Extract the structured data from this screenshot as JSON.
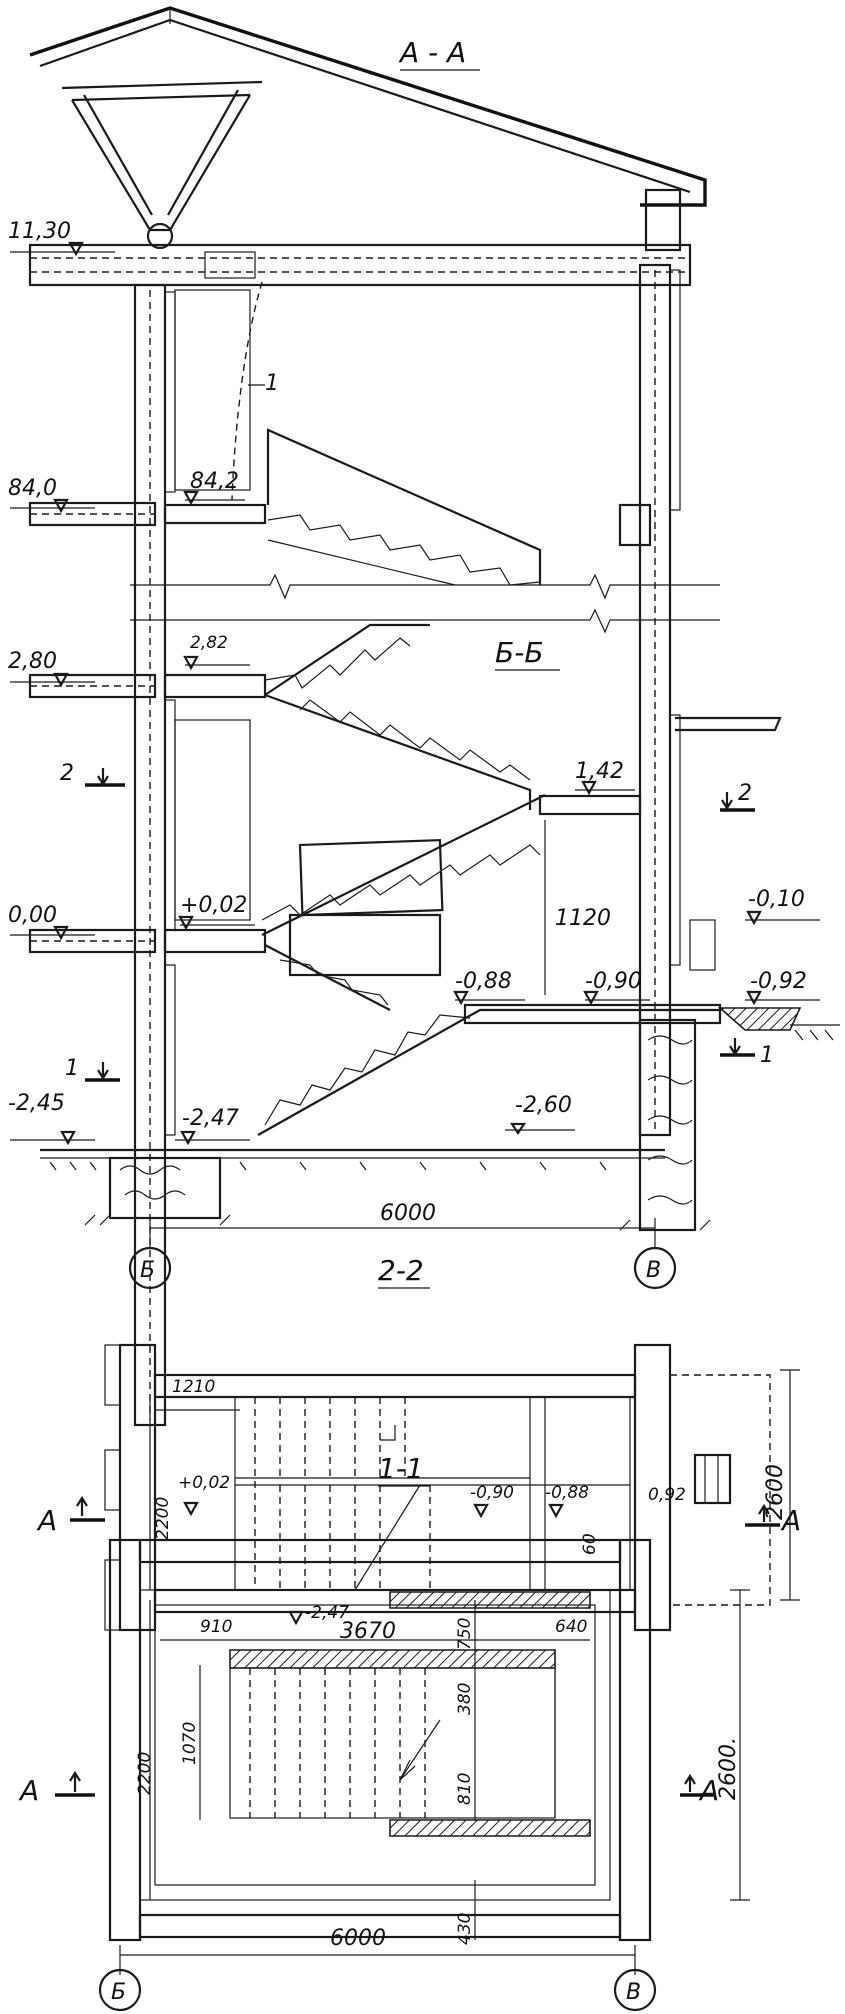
{
  "sections": {
    "aa": "А - А",
    "bb": "Б-Б",
    "s22": "2-2",
    "s11": "1-1"
  },
  "elevations": {
    "e1130": "11,30",
    "e840": "84,0",
    "e842": "84,2",
    "e280": "2,80",
    "e282": "2,82",
    "e000": "0,00",
    "e002": "+0,02",
    "e142": "1,42",
    "e010": "-0,10",
    "e088": "-0,88",
    "e090": "-0,90",
    "e092": "-0,92",
    "e245": "-2,45",
    "e247": "-2,47",
    "e260": "-2,60"
  },
  "dims": {
    "d1120": "1120",
    "d6000a": "6000",
    "d1210": "1210",
    "d2200a": "2200",
    "d2600a": "2600",
    "d002p": "+0,02",
    "d090p": "-0,90",
    "d088p": "-0,88",
    "d092p": "0,92",
    "d60": "60",
    "d910": "910",
    "d247p": "-2,47",
    "d3670": "3670",
    "d750": "750",
    "d640": "640",
    "d1070": "1070",
    "d2200b": "2200",
    "d380": "380",
    "d810": "810",
    "d2600b": "2600.",
    "d430": "430",
    "d6000b": "6000"
  },
  "marks": {
    "m1": "1",
    "cut2left": "2",
    "cut2right": "2",
    "cut1left": "1",
    "cut1right": "1",
    "axisA1": "А",
    "axisA2": "А",
    "axisA3": "А",
    "axisA4": "А"
  },
  "axes": {
    "b1": "Б",
    "v1": "В",
    "b2": "Б",
    "v2": "В"
  }
}
